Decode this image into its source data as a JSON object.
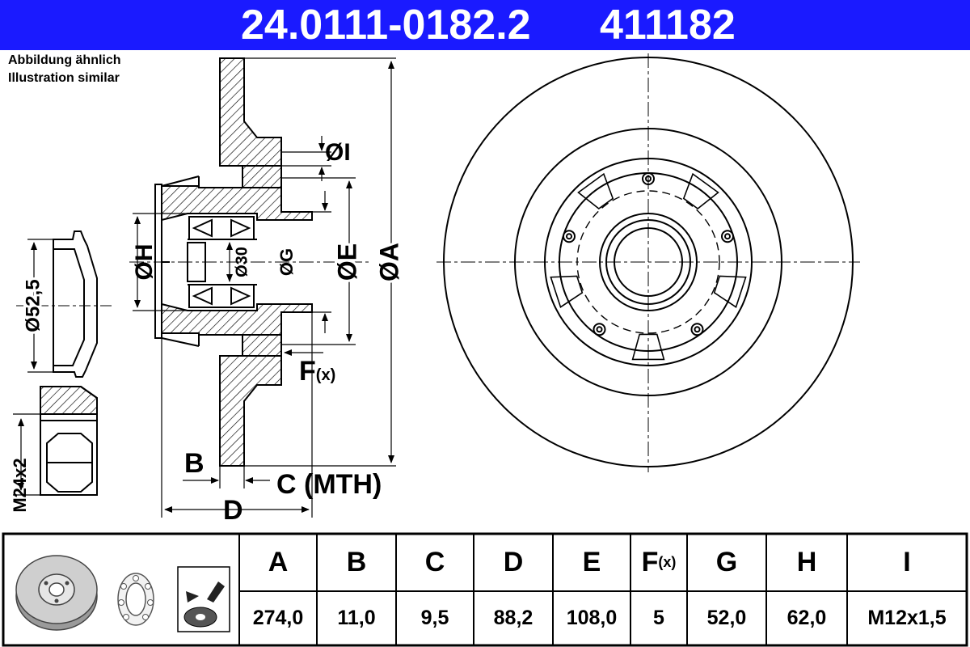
{
  "header": {
    "part_number": "24.0111-0182.2",
    "ref_number": "411182",
    "bg_color": "#1a1aff"
  },
  "notes": {
    "line1": "Abbildung ähnlich",
    "line2": "Illustration similar"
  },
  "labels": {
    "dia_I": "ØI",
    "dia_H": "ØH",
    "dia_30": "Ø30",
    "dia_G": "ØG",
    "dia_E": "ØE",
    "dia_A": "ØA",
    "F": "F",
    "F_sub": "(x)",
    "B": "B",
    "C": "C (MTH)",
    "D": "D",
    "dia_52": "Ø52,5",
    "thread": "M24x2"
  },
  "specs": {
    "headers": [
      "A",
      "B",
      "C",
      "D",
      "E",
      "F",
      "G",
      "H",
      "I"
    ],
    "f_suffix": "(x)",
    "values": [
      "274,0",
      "11,0",
      "9,5",
      "88,2",
      "108,0",
      "5",
      "52,0",
      "62,0",
      "M12x1,5"
    ]
  },
  "icons": [
    "brake-disc-icon",
    "bearing-icon",
    "grease-icon"
  ]
}
